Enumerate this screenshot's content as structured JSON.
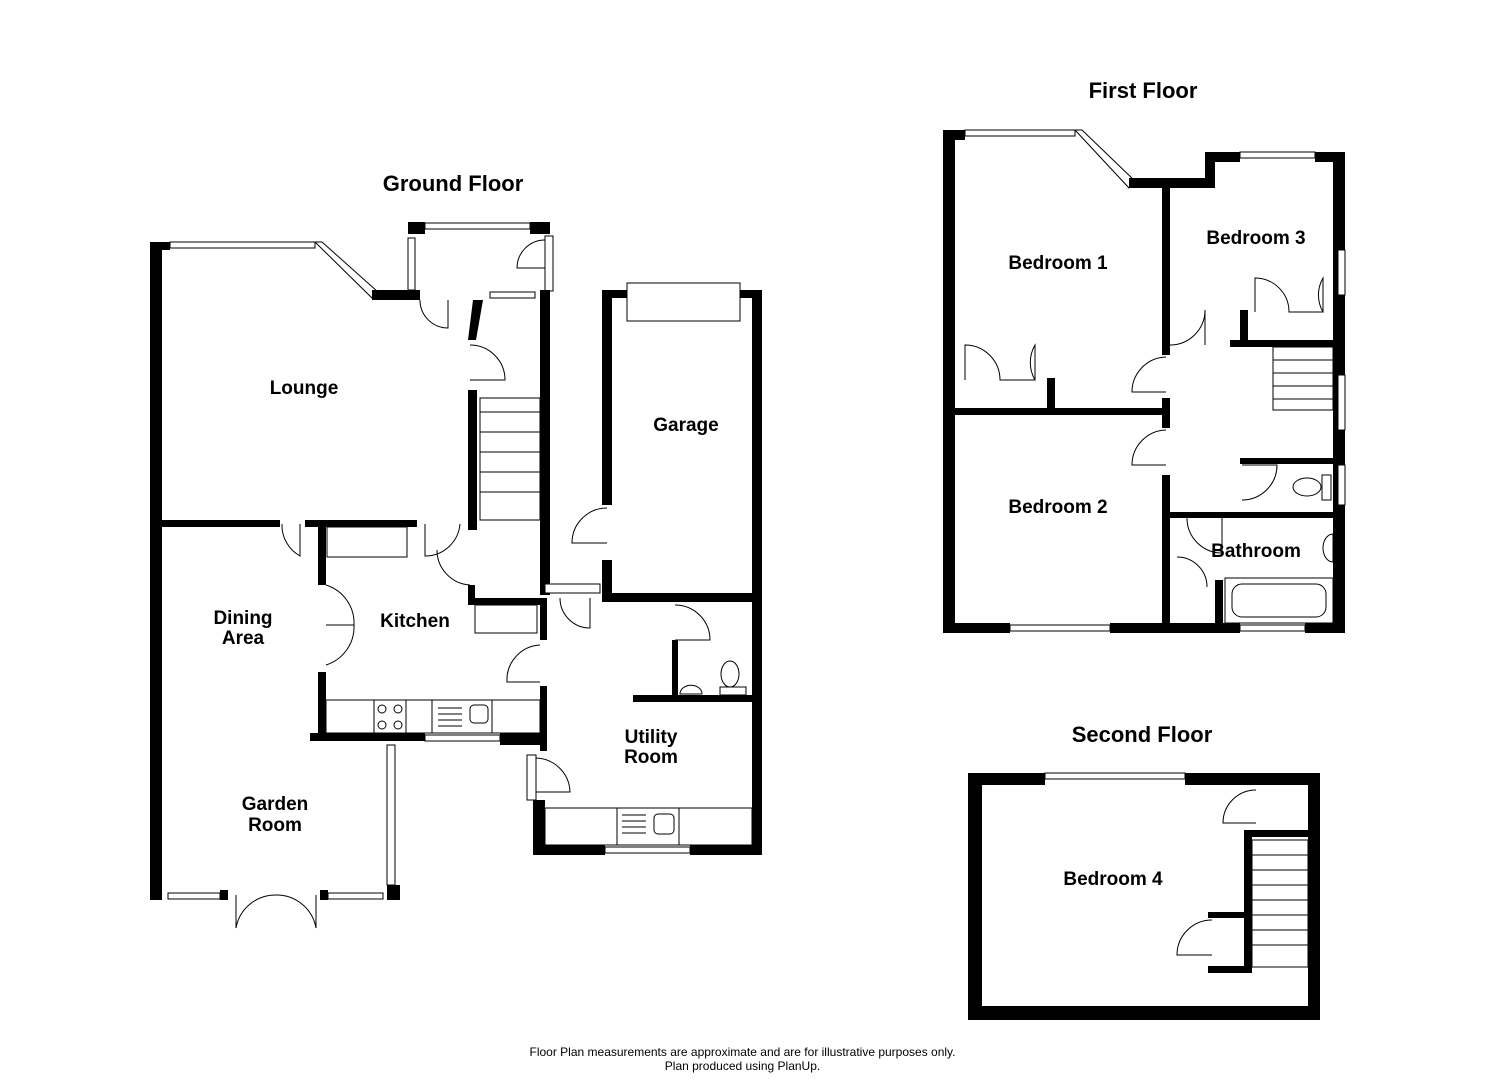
{
  "floors": {
    "ground": {
      "title": "Ground Floor",
      "rooms": {
        "lounge": "Lounge",
        "dining_1": "Dining",
        "dining_2": "Area",
        "kitchen": "Kitchen",
        "garage": "Garage",
        "utility_1": "Utility",
        "utility_2": "Room",
        "garden_1": "Garden",
        "garden_2": "Room"
      }
    },
    "first": {
      "title": "First Floor",
      "rooms": {
        "bedroom1": "Bedroom 1",
        "bedroom2": "Bedroom 2",
        "bedroom3": "Bedroom 3",
        "bathroom": "Bathroom"
      }
    },
    "second": {
      "title": "Second Floor",
      "rooms": {
        "bedroom4": "Bedroom 4"
      }
    }
  },
  "footer": {
    "line1": "Floor Plan measurements are approximate and are for illustrative purposes only.",
    "line2": "Plan produced using PlanUp."
  }
}
